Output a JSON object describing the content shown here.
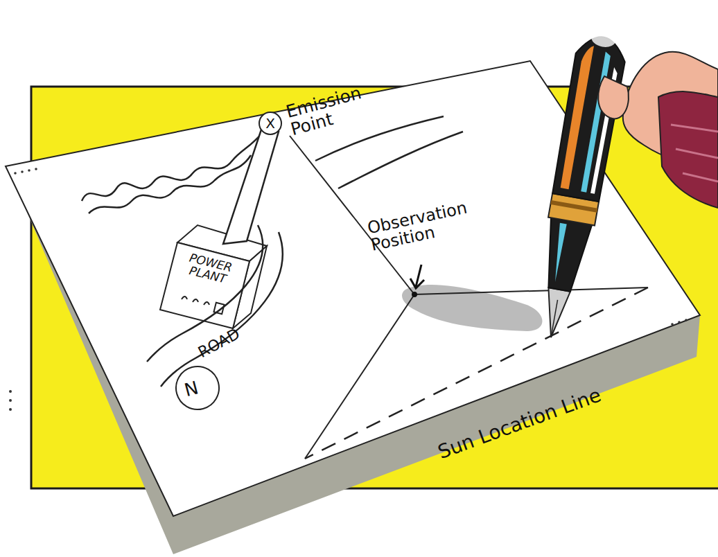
{
  "diagram": {
    "nodes": [
      {
        "text": [
          "POWER PLANT"
        ]
      },
      {
        "text": [
          "X"
        ]
      },
      {
        "text": [
          "N"
        ]
      }
    ],
    "labels": [
      "Emission Point",
      "Observation Position",
      "ROAD",
      "Sun Location Line"
    ]
  }
}
